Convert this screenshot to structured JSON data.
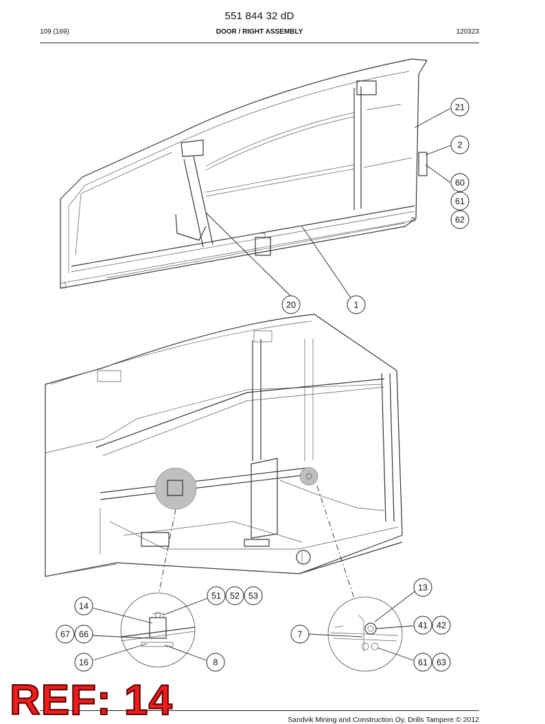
{
  "header": {
    "doc_number": "551 844 32 dD",
    "page": "109 (169)",
    "section_title": "DOOR / RIGHT ASSEMBLY",
    "date_code": "120323"
  },
  "callouts": {
    "c21": "21",
    "c2": "2",
    "c60": "60",
    "c61a": "61",
    "c62": "62",
    "c20": "20",
    "c1": "1",
    "c13": "13",
    "c51": "51",
    "c52": "52",
    "c53": "53",
    "c14": "14",
    "c67": "67",
    "c66": "66",
    "c16": "16",
    "c8": "8",
    "c7": "7",
    "c41": "41",
    "c42": "42",
    "c61b": "61",
    "c63": "63"
  },
  "overlay_label": "REF: 14",
  "footer": {
    "copyright": "Sandvik Mining and Construction Oy, Drills Tampere © 2012"
  }
}
